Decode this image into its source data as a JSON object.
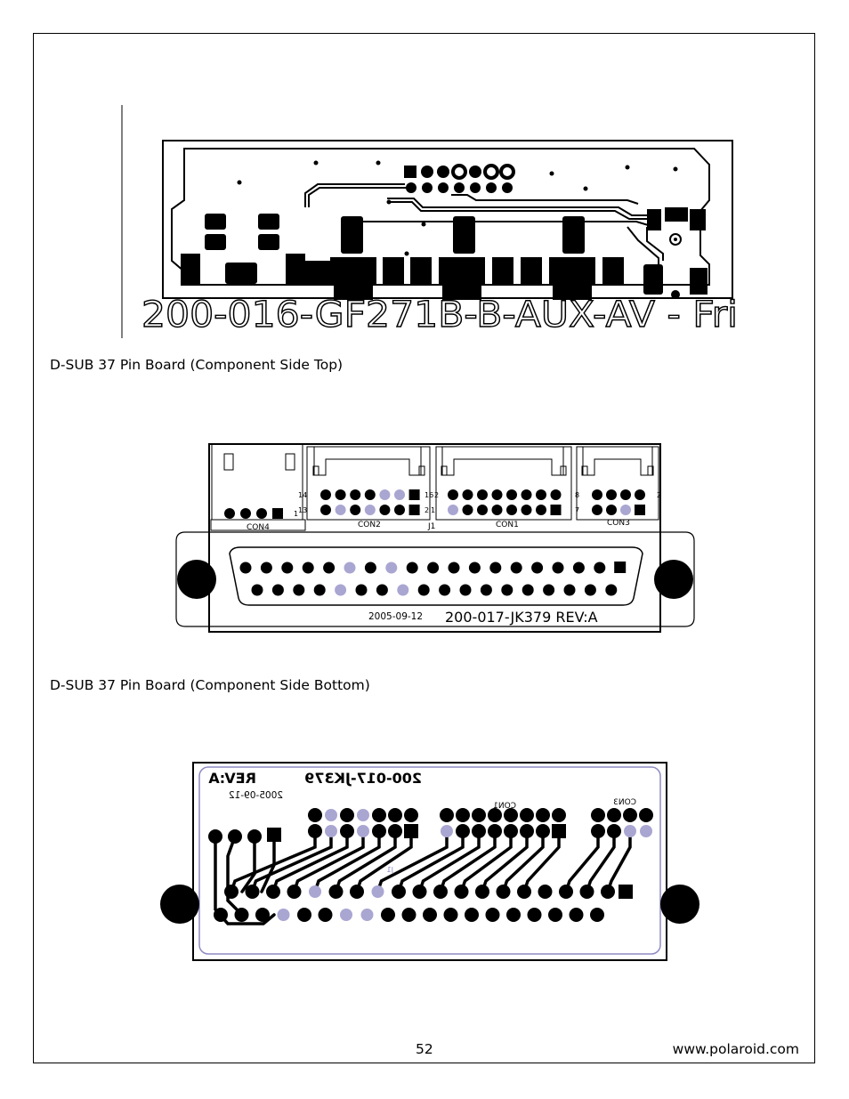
{
  "figures": {
    "top_board": {
      "silkscreen": "200-016-GF271B-B-AUX-AV  - Fri"
    },
    "middle_board": {
      "labels": {
        "con4": "CON4",
        "con2": "CON2",
        "con1": "CON1",
        "con3": "CON3",
        "j1": "J1",
        "pin14": "14",
        "pin13": "13",
        "pin16": "16",
        "pin2a": "2",
        "pin1a": "1",
        "pin1b": "1",
        "pin2b": "2",
        "pin8": "8",
        "pin7": "7",
        "pin2c": "2"
      },
      "date": "2005-09-12",
      "part": "200-017-JK379  REV:A"
    },
    "bottom_board": {
      "part_mirrored": "200-017-JK379",
      "rev_mirrored": "REV:A",
      "date_mirrored": "2005-09-12",
      "con1": "CON1",
      "con3": "CON3",
      "j1": "J1"
    }
  },
  "captions": {
    "top": "D-SUB 37 Pin Board (Component Side Top)",
    "bottom": "D-SUB 37 Pin Board (Component Side Bottom)"
  },
  "footer": {
    "page": "52",
    "url": "www.polaroid.com"
  },
  "colors": {
    "ink": "#000000",
    "pad_light": "#a9a6d2",
    "board_outline": "#8e8bc4"
  }
}
